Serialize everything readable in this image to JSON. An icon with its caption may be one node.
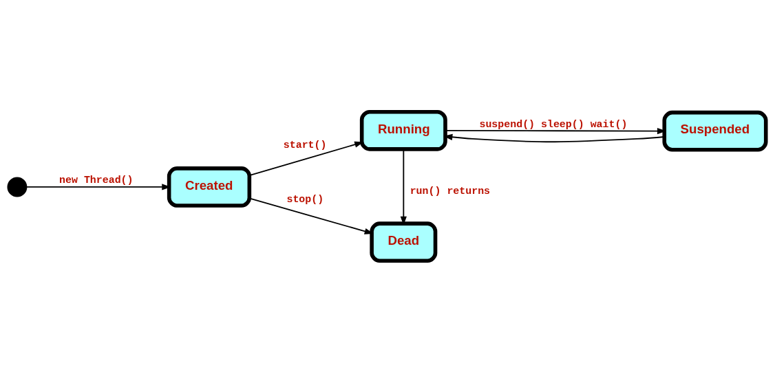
{
  "diagram": {
    "nodes": [
      {
        "text": [],
        "shape": "circle"
      },
      {
        "text": [
          "Created"
        ]
      },
      {
        "text": [
          "Running"
        ]
      },
      {
        "text": [
          "Suspended"
        ]
      },
      {
        "text": [
          "Dead"
        ]
      }
    ],
    "edges": [
      {
        "from": 0,
        "to": 1,
        "arrow": "to",
        "label": "new Thread()"
      },
      {
        "from": 1,
        "to": 2,
        "arrow": "to",
        "label": "start()"
      },
      {
        "from": 2,
        "to": 3,
        "arrow": "to",
        "label": "suspend() sleep() wait()"
      },
      {
        "from": 3,
        "to": 2,
        "arrow": "to"
      },
      {
        "from": 2,
        "to": 4,
        "arrow": "to",
        "label": "run() returns"
      },
      {
        "from": 1,
        "to": 4,
        "arrow": "to",
        "label": "stop()"
      }
    ]
  }
}
